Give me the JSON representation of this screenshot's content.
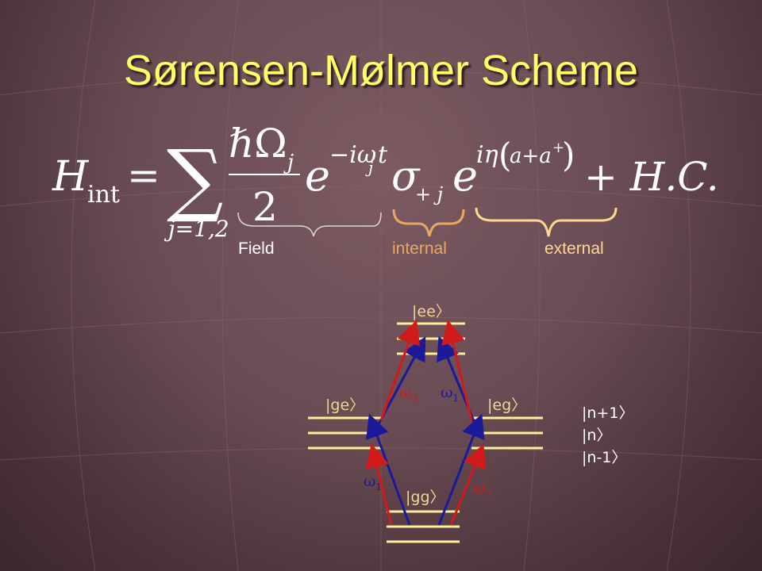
{
  "slide": {
    "title": "Sørensen-Mølmer Scheme"
  },
  "equation": {
    "lhs_symbol": "H",
    "lhs_subscript": "int",
    "equals": "=",
    "sum": "∑",
    "sum_index": "j=1,2",
    "numerator": "ℏΩ",
    "numerator_sub": "j",
    "denominator": "2",
    "exp_base": "e",
    "exp1": "−iω",
    "exp1_sub": "j",
    "exp1_tail": "t",
    "sigma": "σ",
    "sigma_sub": "+ j",
    "exp2_base": "e",
    "exp2": "iη",
    "exp2_paren": "a+a",
    "exp2_plus": "+",
    "hc": "+ H.C."
  },
  "braces": {
    "field_label": "Field",
    "internal_label": "internal",
    "external_label": "external",
    "colors": {
      "field": "#ffffff",
      "internal": "#e8a860",
      "external": "#ffd890"
    }
  },
  "levels": {
    "ee_label": "|ee〉",
    "ge_label": "|ge〉",
    "eg_label": "|eg〉",
    "gg_label": "|gg〉",
    "side_labels": [
      "|n+1〉",
      "|n〉",
      "|n-1〉"
    ],
    "line_color": "#ffee99"
  },
  "transitions": {
    "omega1": "ω",
    "omega1_sub": "1",
    "omega2": "ω",
    "omega2_sub": "2",
    "colors": {
      "omega1": "#1a1a9a",
      "omega2": "#d21a1a"
    }
  }
}
